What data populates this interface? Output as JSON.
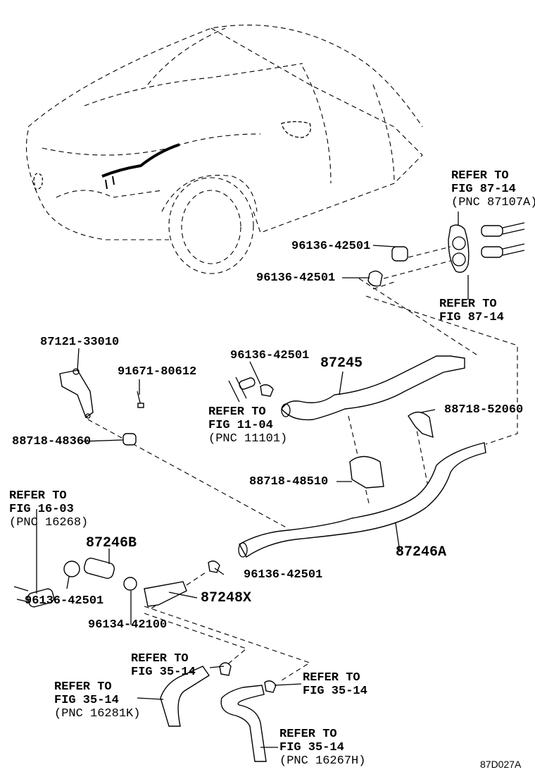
{
  "diagram": {
    "callouts": {
      "ref_87107a": {
        "l1": "REFER TO",
        "l2": "FIG 87-14",
        "l3": "(PNC 87107A)"
      },
      "clip_a": "96136-42501",
      "clip_b": "96136-42501",
      "ref_8714": {
        "l1": "REFER TO",
        "l2": "FIG 87-14"
      },
      "p87121": "87121-33010",
      "p91671": "91671-80612",
      "clip_c": "96136-42501",
      "p87245": "87245",
      "ref_1104": {
        "l1": "REFER TO",
        "l2": "FIG 11-04",
        "l3": "(PNC 11101)"
      },
      "p88718_52060": "88718-52060",
      "p88718_48360": "88718-48360",
      "p88718_48510": "88718-48510",
      "ref_1603": {
        "l1": "REFER TO",
        "l2": "FIG 16-03",
        "l3": "(PNC 16268)"
      },
      "p87246b": "87246B",
      "p87246a": "87246A",
      "clip_d": "96136-42501",
      "clip_e": "96136-42501",
      "p87248x": "87248X",
      "p96134": "96134-42100",
      "ref_3514_a": {
        "l1": "REFER TO",
        "l2": "FIG 35-14"
      },
      "ref_16281k": {
        "l1": "REFER TO",
        "l2": "FIG 35-14",
        "l3": "(PNC 16281K)"
      },
      "ref_3514_b": {
        "l1": "REFER TO",
        "l2": "FIG 35-14"
      },
      "ref_16267h": {
        "l1": "REFER TO",
        "l2": "FIG 35-14",
        "l3": "(PNC 16267H)"
      }
    },
    "figure_code": "87D027A"
  }
}
